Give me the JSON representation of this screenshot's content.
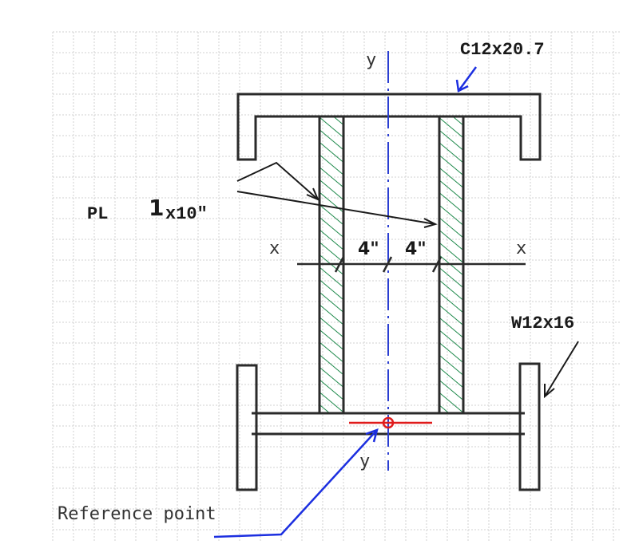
{
  "labels": {
    "channel": "C12x20.7",
    "wide_flange": "W12x16",
    "plate_prefix": "PL",
    "plate_thickness": "1",
    "plate_width": "x10\"",
    "spacing_left": "4\"",
    "spacing_right": "4\"",
    "y_axis_top": "y",
    "y_axis_bottom": "y",
    "x_axis_left": "x",
    "x_axis_right": "x",
    "reference_point": "Reference point"
  },
  "colors": {
    "grid": "#d2d2d2",
    "outline": "#2a2a2a",
    "hatch": "#1f8a4c",
    "y_axis": "#2b3fd1",
    "arrow_blue": "#1c2fe0",
    "reference": "#e01b1b"
  }
}
